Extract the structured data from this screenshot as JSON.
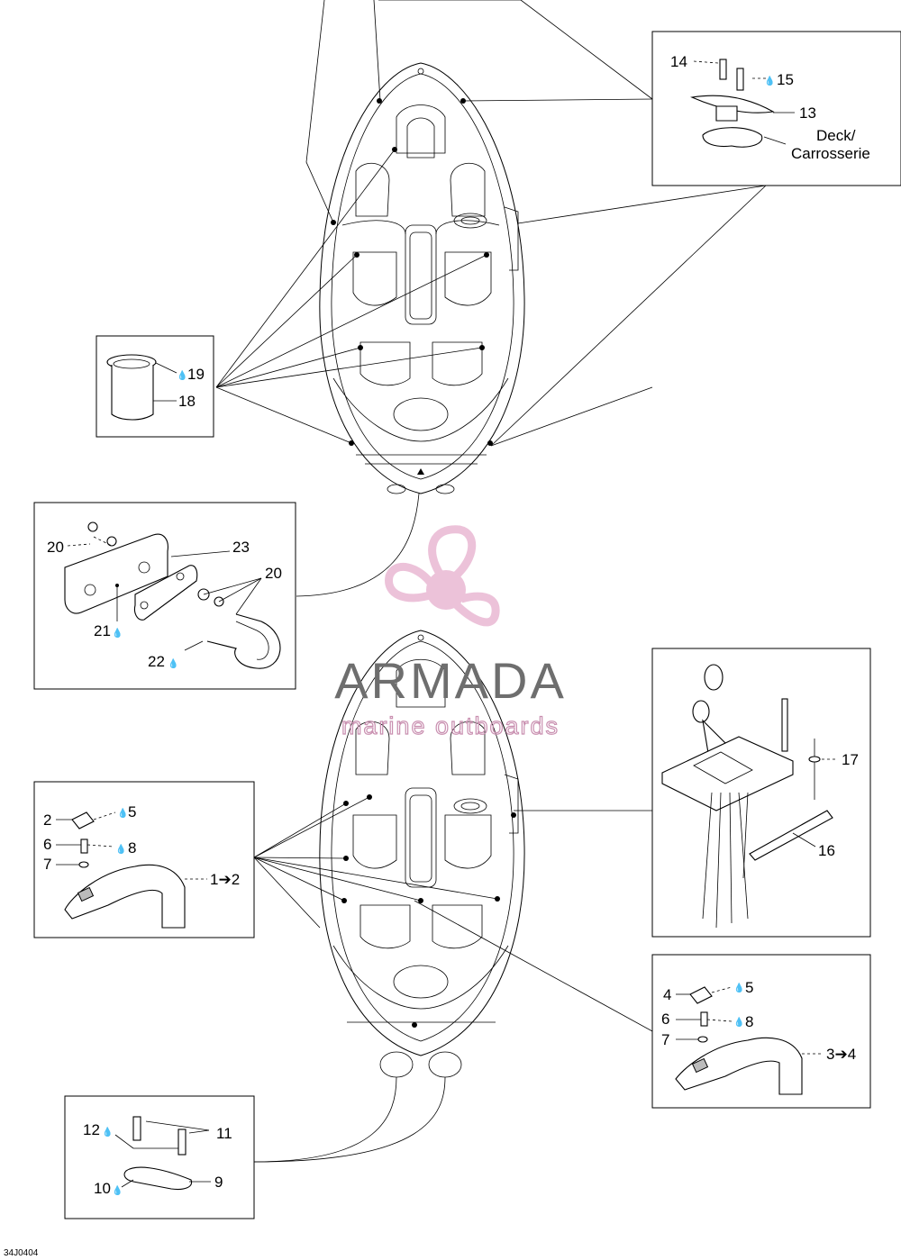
{
  "watermark": {
    "title": "ARMADA",
    "subtitle": "marine outboards",
    "colors": {
      "propeller": "#e9b8d3",
      "title": "#6e6e6e",
      "subtitle": "#c98fb0"
    }
  },
  "drawing_code": "34J0404",
  "labels": {
    "p1_2": "1➔2",
    "p2": "2",
    "p3_4": "3➔4",
    "p4": "4",
    "p5a": "5",
    "p5b": "5",
    "p6a": "6",
    "p6b": "6",
    "p7a": "7",
    "p7b": "7",
    "p8a": "8",
    "p8b": "8",
    "p9": "9",
    "p10": "10",
    "p11": "11",
    "p12": "12",
    "p13": "13",
    "p14": "14",
    "p15": "15",
    "p16": "16",
    "p17": "17",
    "p18": "18",
    "p19": "19",
    "p20a": "20",
    "p20b": "20",
    "p21": "21",
    "p22": "22",
    "p23": "23",
    "deck_line1": "Deck/",
    "deck_line2": "Carrosserie"
  }
}
